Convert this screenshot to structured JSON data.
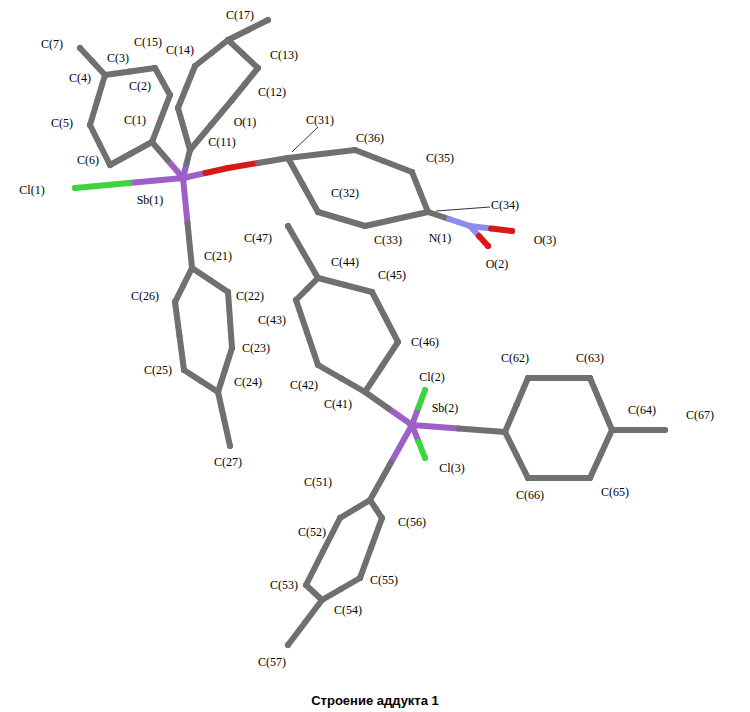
{
  "diagram": {
    "caption": "Строение аддукта 1",
    "labels": [
      "C(17)",
      "C(7)",
      "C(15)",
      "C(3)",
      "C(14)",
      "C(13)",
      "C(4)",
      "C(2)",
      "C(12)",
      "C(5)",
      "C(1)",
      "O(1)",
      "C(31)",
      "C(11)",
      "C(36)",
      "C(6)",
      "Cl(1)",
      "Sb(1)",
      "C(35)",
      "C(34)",
      "C(32)",
      "N(1)",
      "O(3)",
      "C(33)",
      "O(2)",
      "C(47)",
      "C(21)",
      "C(44)",
      "C(45)",
      "C(26)",
      "C(22)",
      "C(43)",
      "C(46)",
      "C(23)",
      "C(25)",
      "C(24)",
      "C(42)",
      "Cl(2)",
      "C(62)",
      "C(63)",
      "C(41)",
      "C(64)",
      "C(67)",
      "Sb(2)",
      "C(27)",
      "Cl(3)",
      "C(66)",
      "C(65)",
      "C(51)",
      "C(56)",
      "C(52)",
      "C(55)",
      "C(53)",
      "C(54)",
      "C(57)"
    ]
  }
}
